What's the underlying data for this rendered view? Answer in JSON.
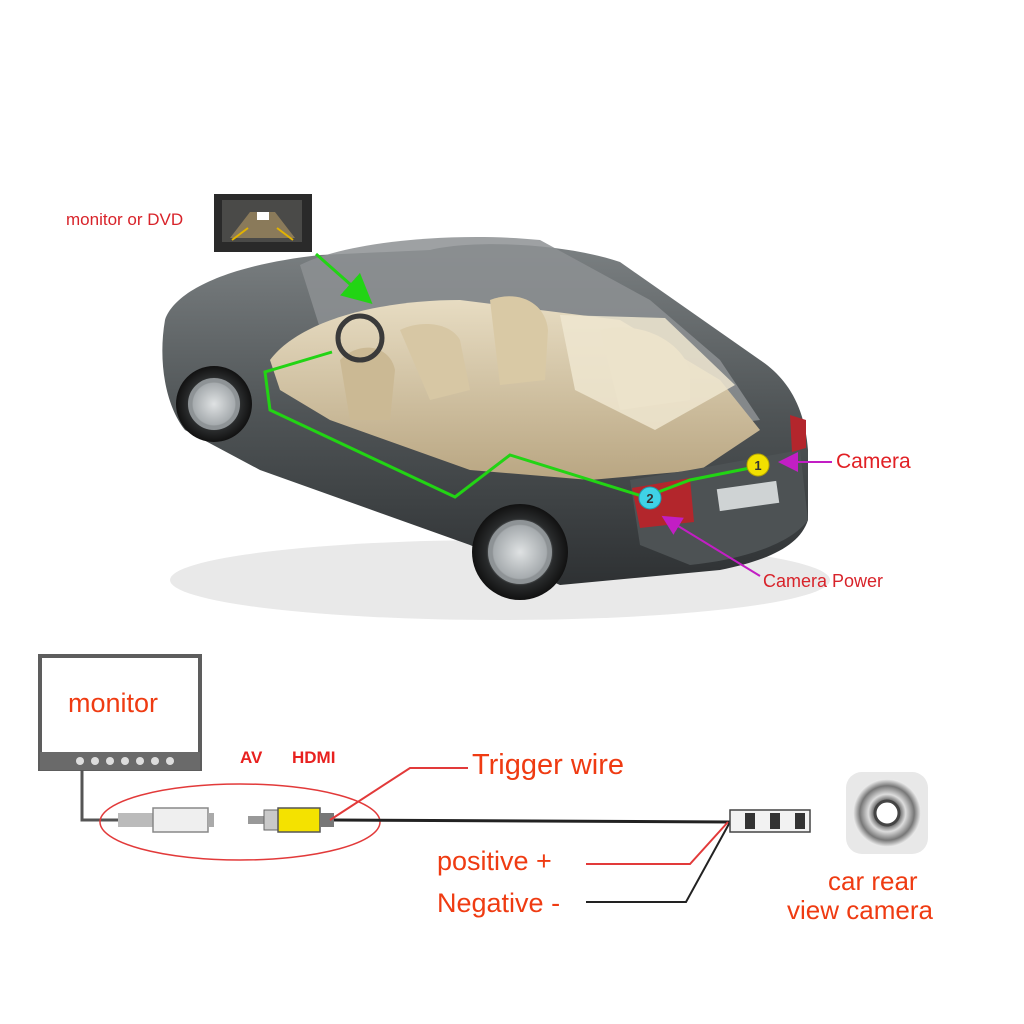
{
  "labels": {
    "monitor_or_dvd": "monitor or DVD",
    "camera": "Camera",
    "camera_power": "Camera Power",
    "monitor": "monitor",
    "av": "AV",
    "hdmi": "HDMI",
    "trigger_wire": "Trigger wire",
    "positive": "positive +",
    "negative": "Negative -",
    "car_rear_line1": "car rear",
    "car_rear_line2": "view camera"
  },
  "markers": {
    "camera_number": "1",
    "power_number": "2"
  },
  "colors": {
    "wire_green": "#22d414",
    "pointer_magenta": "#c21ec4",
    "label_red": "#e8211f",
    "label_orange": "#ef3b12",
    "marker_yellow": "#f2e000",
    "marker_cyan": "#3fd2e6"
  },
  "icons": [
    "car-illustration",
    "dvd-monitor-thumbnail",
    "monitor-icon",
    "rca-connector-icon",
    "camera-lens-icon"
  ]
}
